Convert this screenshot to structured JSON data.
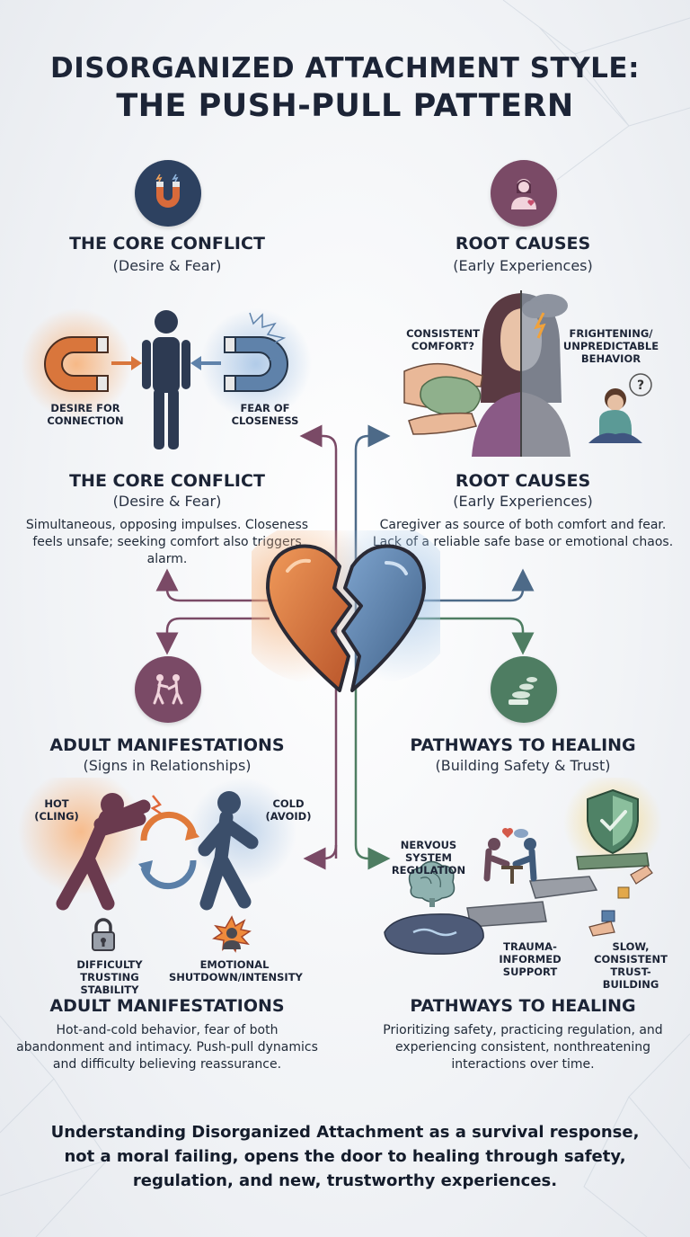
{
  "title": {
    "line1": "DISORGANIZED ATTACHMENT STYLE:",
    "line2": "THE PUSH-PULL PATTERN"
  },
  "core_conflict": {
    "heading": "THE CORE CONFLICT",
    "subheading": "(Desire & Fear)",
    "icon": "magnet-icon",
    "label_desire": "DESIRE FOR CONNECTION",
    "label_fear": "FEAR OF CLOSENESS",
    "body": "Simultaneous, opposing impulses. Closeness feels unsafe; seeking comfort also triggers alarm."
  },
  "root_causes": {
    "heading": "ROOT CAUSES",
    "subheading": "(Early Experiences)",
    "icon": "caregiver-icon",
    "label_comfort": "CONSISTENT COMFORT?",
    "label_frightening": "FRIGHTENING/ UNPREDICTABLE BEHAVIOR",
    "body": "Caregiver as source of both comfort and fear. Lack of a reliable safe base or emotional chaos."
  },
  "adult_manifestations": {
    "heading": "ADULT MANIFESTATIONS",
    "subheading": "(Signs in Relationships)",
    "icon": "push-pull-people-icon",
    "label_hot": "HOT (CLING)",
    "label_cold": "COLD (AVOID)",
    "label_trust": "DIFFICULTY TRUSTING STABILITY",
    "label_shutdown": "EMOTIONAL SHUTDOWN/INTENSITY",
    "body": "Hot-and-cold behavior, fear of both abandonment and intimacy. Push-pull dynamics and difficulty believing reassurance."
  },
  "pathways_healing": {
    "heading": "PATHWAYS TO HEALING",
    "subheading": "(Building Safety & Trust)",
    "icon": "stepping-stones-icon",
    "label_nervous": "NERVOUS SYSTEM REGULATION",
    "label_trauma": "TRAUMA- INFORMED SUPPORT",
    "label_slow": "SLOW, CONSISTENT TRUST-BUILDING",
    "body": "Prioritizing safety, practicing regulation, and experiencing consistent, nonthreatening interactions over time."
  },
  "footer": "Understanding Disorganized Attachment as a survival response, not a moral failing, opens the door to healing through safety, regulation, and new, trustworthy experiences.",
  "colors": {
    "navy": "#1c2436",
    "orange": "#e07a3a",
    "blue": "#5a7fa8",
    "purple": "#7a4a66",
    "green": "#4e7d62"
  }
}
